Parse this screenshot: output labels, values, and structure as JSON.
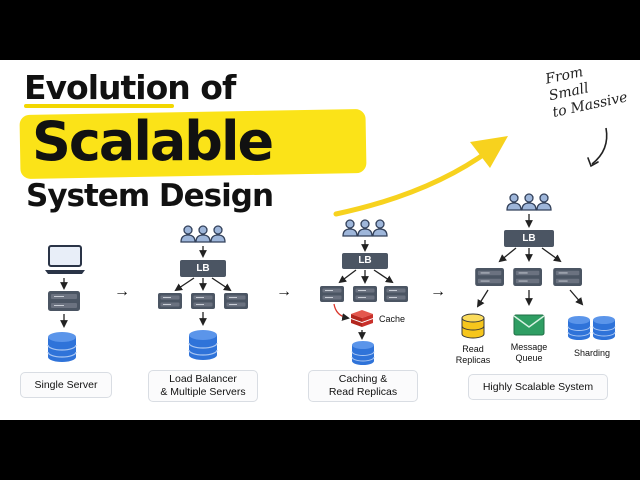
{
  "title": {
    "line1": "Evolution of",
    "line2": "Scalable",
    "line3": "System Design"
  },
  "tagline": [
    "From",
    "Small",
    "to Massive"
  ],
  "stages": [
    {
      "caption": [
        "Single Server"
      ]
    },
    {
      "caption": [
        "Load Balancer",
        "& Multiple Servers"
      ],
      "lb": "LB"
    },
    {
      "caption": [
        "Caching &",
        "Read Replicas"
      ],
      "lb": "LB",
      "cache_label": "Cache"
    },
    {
      "caption": [
        "Highly Scalable System"
      ],
      "lb": "LB",
      "components": [
        {
          "label": [
            "Read",
            "Replicas"
          ]
        },
        {
          "label": [
            "Message",
            "Queue"
          ]
        },
        {
          "label": [
            "Sharding"
          ]
        }
      ]
    }
  ],
  "colors": {
    "highlight": "#fbe318",
    "database_blue": "#2f73d9",
    "server_gray": "#4b5563",
    "user_blue": "#9eb6da",
    "read_replica_yellow": "#f6c61c",
    "queue_green": "#2f9e63",
    "cache_red": "#d9372c",
    "arrow_yellow": "#f7d21e"
  },
  "icons": [
    "laptop-icon",
    "server-icon",
    "database-icon",
    "users-icon",
    "load-balancer-icon",
    "cache-icon",
    "envelope-icon"
  ]
}
